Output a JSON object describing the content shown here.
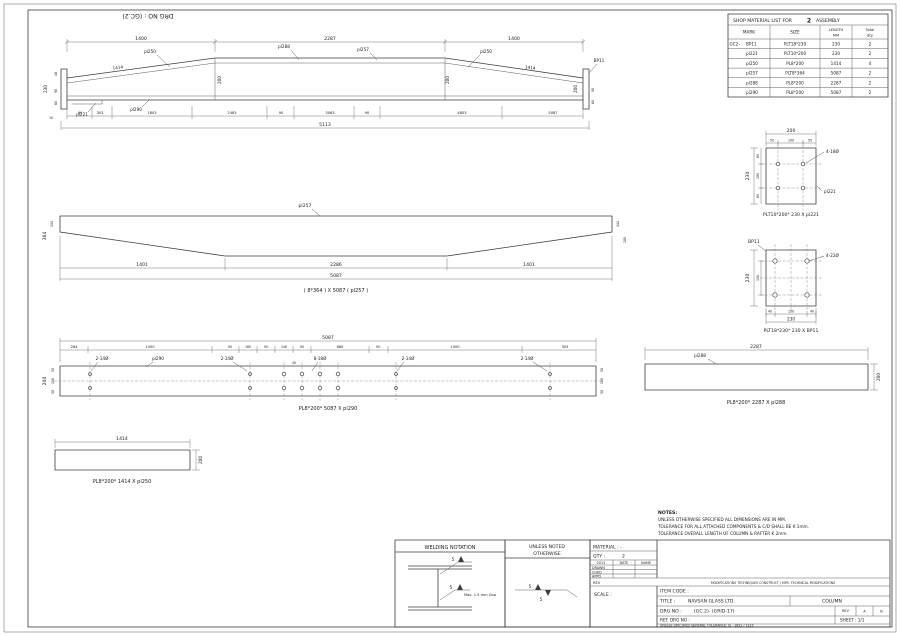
{
  "sheet": {
    "drg_no_top": "DRG NO : (GC.2)"
  },
  "material_list": {
    "title": [
      "SHOP MATERIAL LIST FOR",
      "2",
      "ASSEMBLY"
    ],
    "headers": [
      "MARK",
      "SIZE",
      "LENGTH",
      "MM",
      "Total",
      "Qty."
    ],
    "assembly_mark": "GC2-",
    "rows": [
      {
        "mark": "BP11",
        "size": "PLT18*230",
        "length": "230",
        "qty": "2"
      },
      {
        "mark": "pl221",
        "size": "PLT10*200",
        "length": "230",
        "qty": "2"
      },
      {
        "mark": "pl250",
        "size": "PL8*200",
        "length": "1414",
        "qty": "4"
      },
      {
        "mark": "pl257",
        "size": "PLT8*364",
        "length": "5087",
        "qty": "2"
      },
      {
        "mark": "pl288",
        "size": "PL8*200",
        "length": "2287",
        "qty": "2"
      },
      {
        "mark": "pl290",
        "size": "PL8*200",
        "length": "5087",
        "qty": "2"
      }
    ]
  },
  "elevation": {
    "top_dims": [
      "1400",
      "2287",
      "1400"
    ],
    "slope_dims": [
      "1414",
      "1414"
    ],
    "labels": [
      "pl250",
      "pl288",
      "pl257",
      "pl250",
      "pl221",
      "pl290",
      "BP11"
    ],
    "web_dims": [
      "200",
      "200",
      "200"
    ],
    "left_dims": [
      "230",
      "16",
      "90",
      "60",
      "10"
    ],
    "right_dims": [
      "90",
      "60"
    ],
    "bottom_dims": [
      "60",
      "303",
      "1803",
      "2483",
      "90",
      "3063",
      "90",
      "4803",
      "5087"
    ],
    "overall": "5113"
  },
  "web_plate": {
    "label": "pl257",
    "left_dims": [
      "364",
      "144"
    ],
    "right_dims": [
      "144",
      "200"
    ],
    "bottom_dims": [
      "1401",
      "2286",
      "1401"
    ],
    "overall": "5087",
    "caption": "( 8*364 ) X 5087 ( pl257 )"
  },
  "bottom_flange": {
    "overall": "5087",
    "top_dims": [
      "284",
      "1500",
      "90",
      "160",
      "90",
      "146",
      "90",
      "680",
      "90",
      "1500",
      "303"
    ],
    "hole_labels": [
      "2-14Ø",
      "pl290",
      "2-14Ø",
      "8-18Ø",
      "2-14Ø",
      "2-14Ø"
    ],
    "depth": "200",
    "left_dims": [
      "50",
      "100",
      "50"
    ],
    "right_dims": [
      "50",
      "100",
      "50"
    ],
    "mid_dim": "40",
    "caption": "PL8*200* 5087 X pl290"
  },
  "top_flange_mid": {
    "label": "pl288",
    "length": "2287",
    "depth": "200",
    "caption": "PL8*200* 2287 X pl288"
  },
  "top_flange_end": {
    "length": "1414",
    "depth": "200",
    "caption": "PL8*200* 1414 X pl250"
  },
  "cap_plate": {
    "width": "200",
    "width_dims": [
      "50",
      "100",
      "50"
    ],
    "height": "230",
    "height_dims": [
      "65",
      "100",
      "65"
    ],
    "hole_label": "4-18Ø",
    "label": "pl221",
    "caption": "PLT10*200* 230 X pl221"
  },
  "base_plate": {
    "label": "BP11",
    "hole_label": "4-22Ø",
    "height": "230",
    "height_inner": "150",
    "bottom_dims": [
      "40",
      "150",
      "40"
    ],
    "overall": "230",
    "caption": "PLT18*230* 230 X BP11"
  },
  "welding": {
    "title": "WELDING NOTATION",
    "sizes": [
      "5",
      "5",
      "5",
      "5"
    ],
    "gap_note": "Max. 1.5 mm Gap",
    "unless_line1": "UNLESS NOTED",
    "unless_line2": "OTHERWISE"
  },
  "notes": {
    "heading": "NOTES:",
    "lines": [
      "UNLESS OTHERWISE SPECIFIED ALL DIMENSIONS ARE IN MM.",
      "TOLERANCE FOR ALL ATTACHED COMPONENTS & C/D SHALL BE K 1mm.",
      "TOLERANCE OVERALL LENGTH OF COLUMN & RAFTER K 2mm."
    ]
  },
  "title_block": {
    "material_label": "MATERIAL : -",
    "qty_label": "QTY :",
    "qty_value": "2",
    "year": "2011",
    "date_header": "DATE",
    "name_header": "NAME",
    "row_labels": [
      "DRAWN",
      "CHKD",
      "APPD"
    ],
    "rev_label": "REV",
    "modifications": "MODIFICATIONS TECHNIQUES CONSTRUCT / MFR. TECHNICAL MODIFICATIONS",
    "item_code_label": "ITEM CODE :",
    "title_label": "TITLE :",
    "company": "NAVSAN GLASS LTD.",
    "component": "COLUMN",
    "scale_label": "SCALE :",
    "drg_label": "DRG NO :",
    "drg_value": "(GC.2)- (GRID-17)",
    "rev_col": "REV",
    "rev_a": "A",
    "rev_b": "B",
    "ref_label": "REF. DRG NO :",
    "sheet_value": "SHEET : 1/1",
    "tolerance": "UNLESS SPECIFIED GENERAL TOLERANCE: IS - 1852 / 7215"
  }
}
